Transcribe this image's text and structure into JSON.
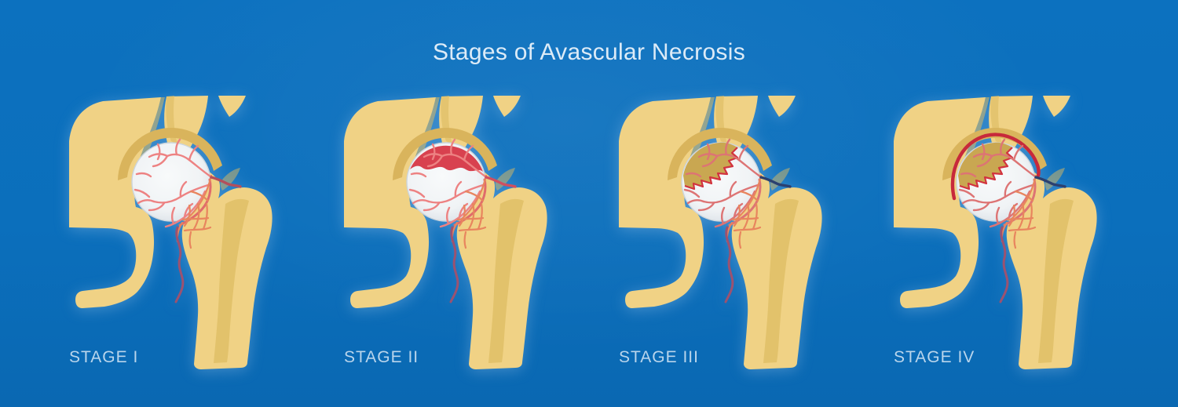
{
  "title": "Stages of Avascular Necrosis",
  "stages": [
    {
      "label": "STAGE I",
      "variant": "v1",
      "condition": "healthy-femoral-head"
    },
    {
      "label": "STAGE II",
      "variant": "v2",
      "condition": "necrotic-area-forms"
    },
    {
      "label": "STAGE III",
      "variant": "v3",
      "condition": "subchondral-collapse"
    },
    {
      "label": "STAGE IV",
      "variant": "v4",
      "condition": "advanced-collapse-arthritis"
    }
  ],
  "colors": {
    "background": "#0b6fbc",
    "bone": "#f0d285",
    "bone_shadow": "#dcba60",
    "femoral_head": "#f2f4f6",
    "vessel_pink": "#ed8282",
    "vessel_maroon": "#9c5270",
    "vessel_navy": "#2b4070",
    "necrosis_red": "#d8414f",
    "collapse_tan": "#c9a751",
    "title_text": "#dcebf7",
    "label_text": "#b9d5ec"
  }
}
